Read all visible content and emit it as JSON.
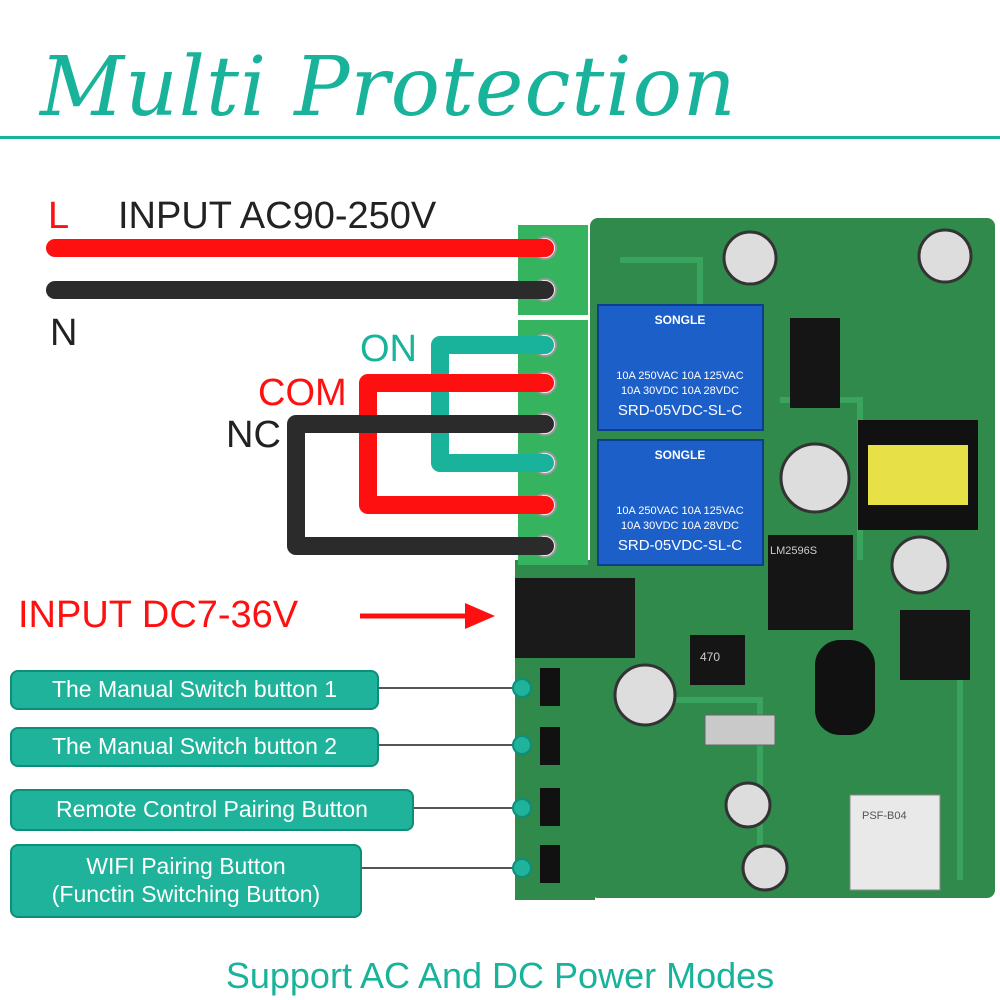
{
  "title": "Multi Protection",
  "wires": {
    "l_label": "L",
    "input_ac": "INPUT AC90-250V",
    "n_label": "N",
    "on_label": "ON",
    "com_label": "COM",
    "nc_label": "NC",
    "input_dc": "INPUT DC7-36V"
  },
  "buttons": [
    {
      "label": "The Manual Switch button 1"
    },
    {
      "label": "The Manual Switch button 2"
    },
    {
      "label": "Remote Control Pairing Button"
    },
    {
      "label": "WIFI Pairing Button\n(Functin Switching Button)"
    }
  ],
  "relays": [
    {
      "brand": "SONGLE",
      "spec1": "10A 250VAC 10A 125VAC",
      "spec2": "10A 30VDC 10A 28VDC",
      "model": "SRD-05VDC-SL-C"
    },
    {
      "brand": "SONGLE",
      "spec1": "10A 250VAC 10A 125VAC",
      "spec2": "10A 30VDC 10A 28VDC",
      "model": "SRD-05VDC-SL-C"
    }
  ],
  "chips": {
    "regulator": "LM2596S",
    "inductor": "470",
    "wifi": "PSF-B04"
  },
  "footer": "Support AC And DC Power Modes",
  "colors": {
    "teal": "#19b29a",
    "red": "#ff1010",
    "black": "#2b2b2b",
    "board": "#2f8a4c"
  }
}
